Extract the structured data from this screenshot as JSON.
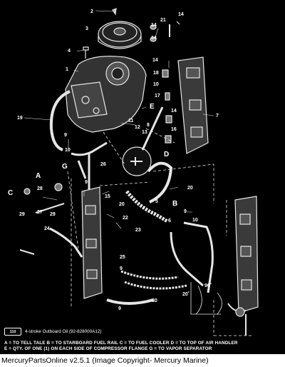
{
  "callouts": {
    "c1": "1",
    "c2": "2",
    "c3": "3",
    "c4": "4",
    "c5": "5",
    "c6": "6",
    "c7": "7",
    "c8": "8",
    "c9a": "9",
    "c9b": "9",
    "c9c": "9",
    "c9d": "9",
    "c9e": "9",
    "c10a": "10",
    "c10b": "10",
    "c10c": "10",
    "c11": "11",
    "c12": "12",
    "c13": "13",
    "c14a": "14",
    "c14b": "14",
    "c14c": "14",
    "c14d": "14",
    "c14e": "14",
    "c15": "15",
    "c16": "16",
    "c17": "17",
    "c18": "18",
    "c19": "19",
    "c20a": "20",
    "c20b": "20",
    "c21": "21",
    "c22": "22",
    "c23": "23",
    "c24": "24",
    "c25": "25",
    "c26": "26",
    "c27": "27",
    "c28": "28",
    "c29a": "29",
    "c29b": "29",
    "c30": "30"
  },
  "letters": {
    "A": "A",
    "B": "B",
    "C": "C",
    "D": "D",
    "E": "E",
    "G": "G"
  },
  "angles": {
    "a20": "20˚",
    "a90": "90˚"
  },
  "oil": {
    "code": "110",
    "text": "4-stroke Outboard Oil (92-828000A12)"
  },
  "legend": {
    "line1": "A = TO TELL TALE    B = TO STARBOARD FUEL RAIL    C = TO FUEL COOLER    D = TO TOP OF AIR HANDLER",
    "line2": "E = QTY. OF ONE (1) ON EACH SIDE OF COMPRESSOR FLANGE     G = TO VAPOR SEPARATOR"
  },
  "footer": {
    "text": "MercuryPartsOnline v2.5.1 (Image Copyright- Mercury Marine)"
  }
}
